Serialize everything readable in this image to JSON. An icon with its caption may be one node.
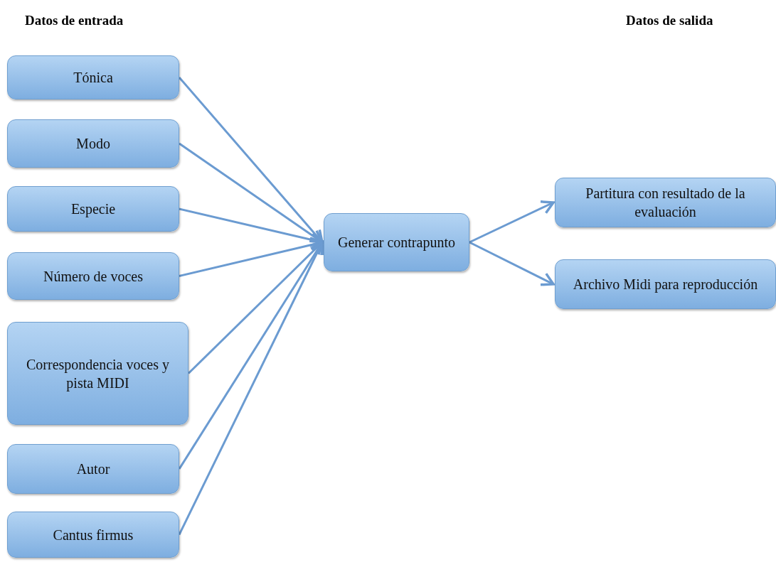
{
  "diagram": {
    "nodes": [
      {
        "text": [
          "Tónica"
        ]
      },
      {
        "text": [
          "Modo"
        ]
      },
      {
        "text": [
          "Especie"
        ]
      },
      {
        "text": [
          "Número de voces"
        ]
      },
      {
        "text": [
          "Correspondencia voces y pista MIDI"
        ]
      },
      {
        "text": [
          "Autor"
        ]
      },
      {
        "text": [
          "Cantus firmus"
        ]
      },
      {
        "text": [
          "Generar contrapunto"
        ]
      },
      {
        "text": [
          "Partitura con resultado de la evaluación"
        ]
      },
      {
        "text": [
          "Archivo Midi para reproducción"
        ]
      }
    ],
    "edges": [
      {
        "from": 0,
        "to": 7,
        "arrow": "to"
      },
      {
        "from": 1,
        "to": 7,
        "arrow": "to"
      },
      {
        "from": 2,
        "to": 7,
        "arrow": "to"
      },
      {
        "from": 3,
        "to": 7,
        "arrow": "to"
      },
      {
        "from": 4,
        "to": 7,
        "arrow": "to"
      },
      {
        "from": 5,
        "to": 7,
        "arrow": "to"
      },
      {
        "from": 6,
        "to": 7,
        "arrow": "to"
      },
      {
        "from": 7,
        "to": 8,
        "arrow": "to"
      },
      {
        "from": 7,
        "to": 9,
        "arrow": "to"
      }
    ],
    "labels": [
      "Datos de entrada",
      "Datos de salida"
    ]
  }
}
